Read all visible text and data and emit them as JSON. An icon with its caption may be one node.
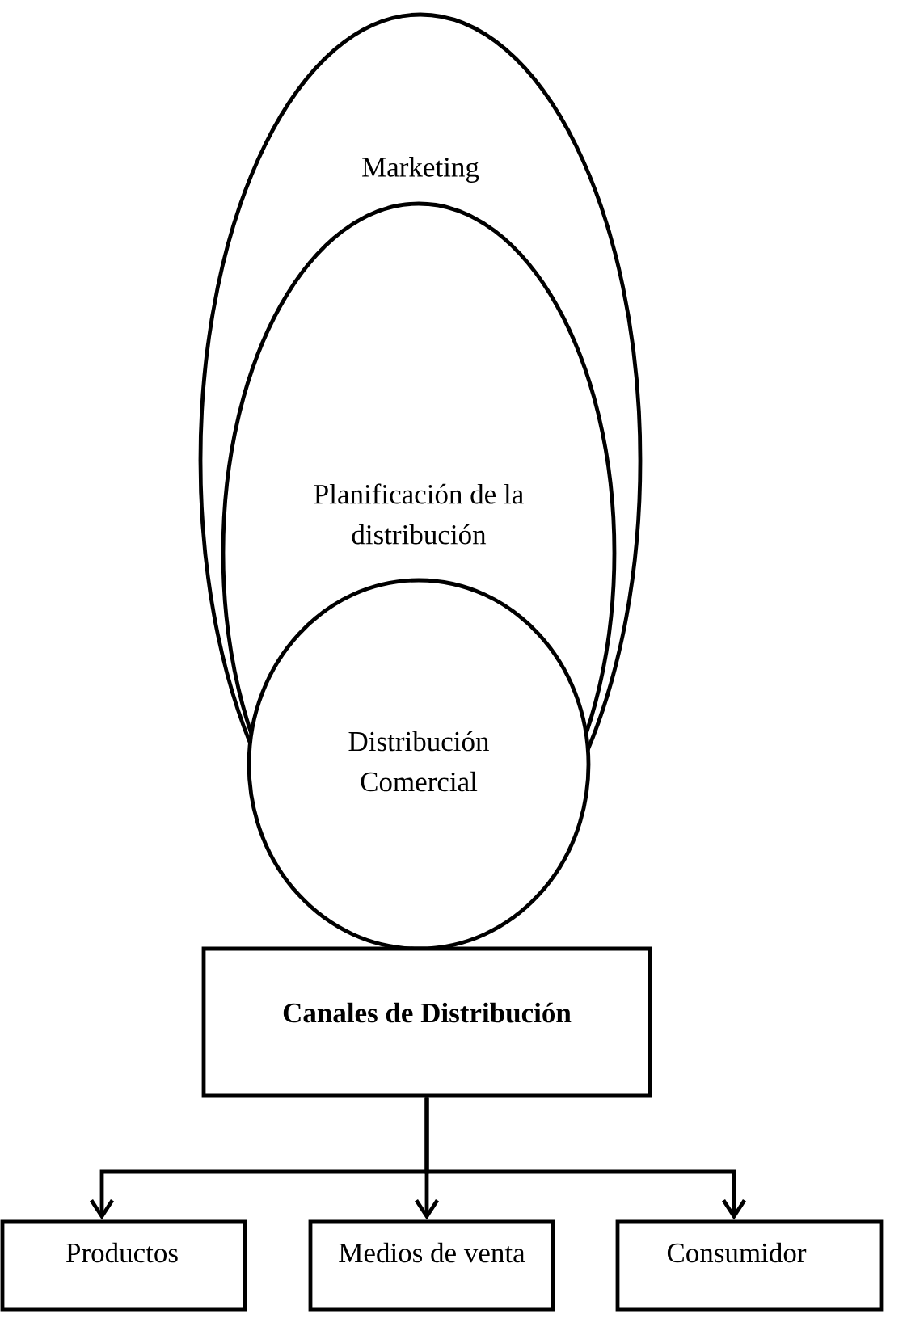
{
  "diagram": {
    "nodes": [
      {
        "text": [
          "Marketing"
        ]
      },
      {
        "text": [
          "Planificación de la distribución"
        ],
        "in": 0
      },
      {
        "text": [
          "Distribución Comercial"
        ]
      },
      {
        "text": [
          "Canales de Distribución"
        ]
      },
      {
        "text": [
          "Productos"
        ]
      },
      {
        "text": [
          "Medios de venta"
        ]
      },
      {
        "text": [
          "Consumidor"
        ]
      }
    ],
    "edges": [
      {
        "from": 3,
        "to": 4,
        "arrow": "to"
      },
      {
        "from": 3,
        "to": 5,
        "arrow": "to"
      },
      {
        "from": 3,
        "to": 6,
        "arrow": "to"
      }
    ]
  }
}
